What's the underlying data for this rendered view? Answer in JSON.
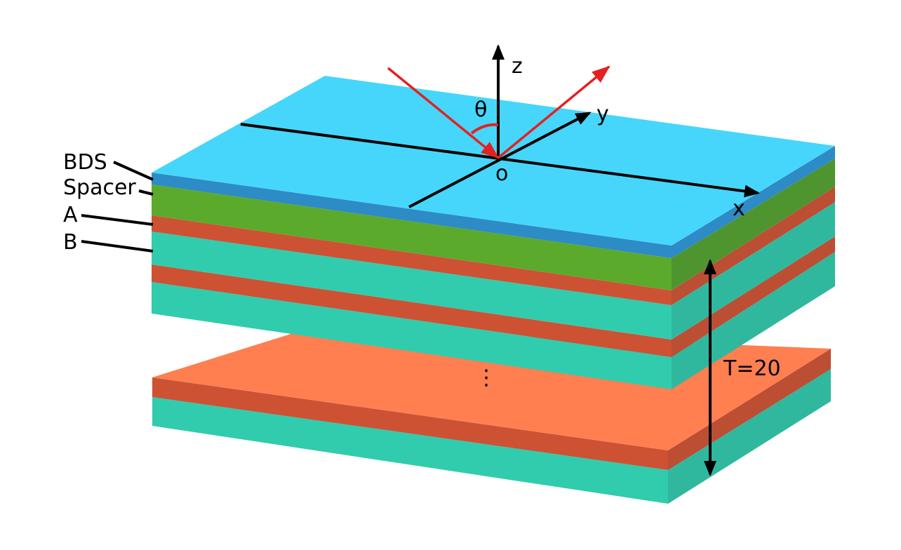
{
  "layer_labels": {
    "bds": "BDS",
    "spacer": "Spacer",
    "a": "A",
    "b": "B"
  },
  "axes": {
    "x": "x",
    "y": "y",
    "z": "z",
    "origin": "o",
    "angle": "θ"
  },
  "period_label": "T=20",
  "ellipsis": "⋮",
  "colors": {
    "bds_top": "#46D6FC",
    "bds_side": "#2D8BC6",
    "spacer_front": "#5BAA2C",
    "spacer_right": "#4E9530",
    "a_front": "#CD5234",
    "a_right": "#BC4E34",
    "b_front": "#30CCAD",
    "b_right": "#30B89F",
    "bottom_top": "#FF7F50",
    "rays": "#E52020"
  }
}
